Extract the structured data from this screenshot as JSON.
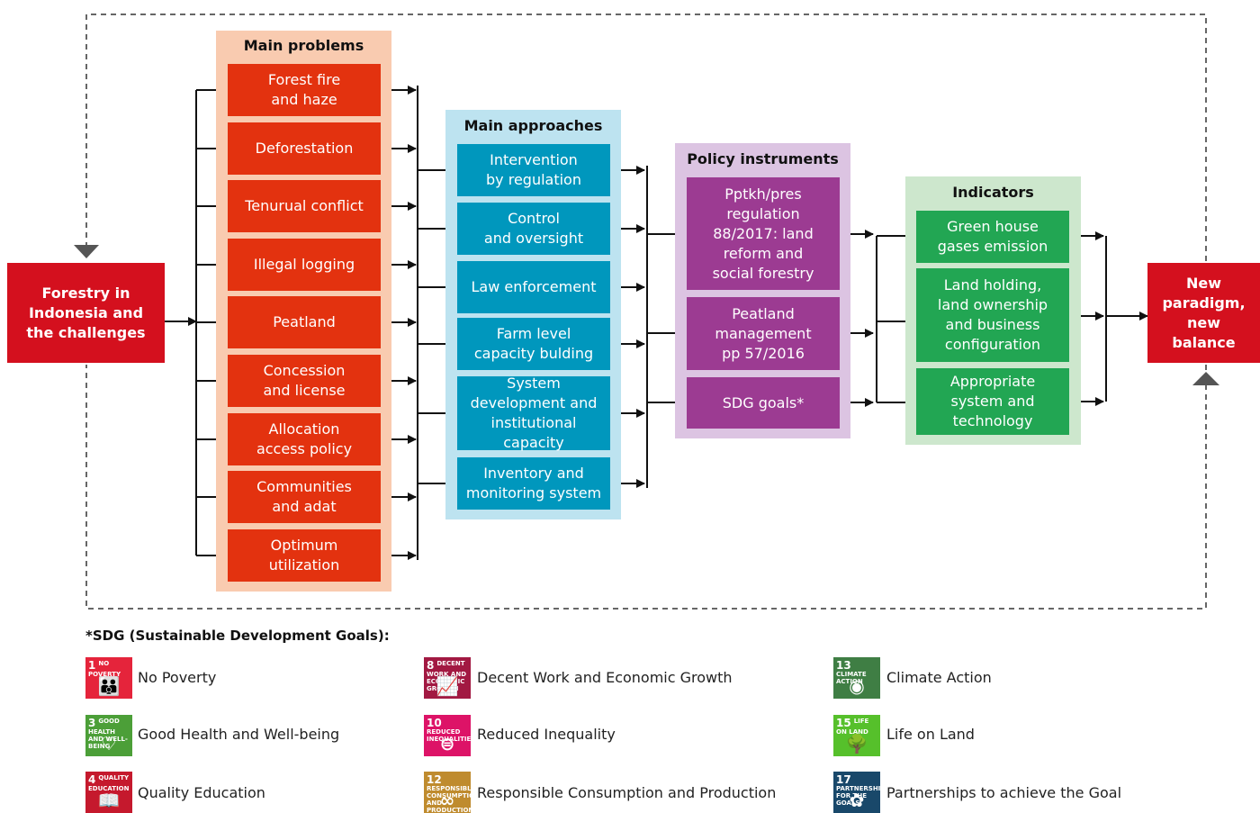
{
  "start_box": "Forestry in\nIndonesia and\nthe challenges",
  "end_box": "New\nparadigm,\nnew\nbalance",
  "columns": {
    "problems": {
      "title": "Main problems",
      "items": [
        "Forest fire\nand haze",
        "Deforestation",
        "Tenurual conflict",
        "Illegal logging",
        "Peatland",
        "Concession\nand license",
        "Allocation\naccess policy",
        "Communities\nand adat",
        "Optimum\nutilization"
      ]
    },
    "approaches": {
      "title": "Main approaches",
      "items": [
        "Intervention\nby regulation",
        "Control\nand oversight",
        "Law enforcement",
        "Farm level\ncapacity bulding",
        "System\ndevelopment and\ninstitutional capacity",
        "Inventory and\nmonitoring system"
      ]
    },
    "policy": {
      "title": "Policy instruments",
      "items": [
        "Pptkh/pres\nregulation\n88/2017: land\nreform and\nsocial forestry",
        "Peatland\nmanagement\npp 57/2016",
        "SDG goals*"
      ]
    },
    "indicators": {
      "title": "Indicators",
      "items": [
        "Green house\ngases emission",
        "Land holding,\nland ownership\nand business\nconfiguration",
        "Appropriate\nsystem and\ntechnology"
      ]
    }
  },
  "legend": {
    "title": "*SDG (Sustainable Development Goals):",
    "items": [
      {
        "num": "1",
        "short": "NO POVERTY",
        "label": "No Poverty",
        "color": "#e5243b",
        "icon": "family-icon"
      },
      {
        "num": "8",
        "short": "DECENT WORK AND ECONOMIC GROWTH",
        "label": "Decent Work and Economic Growth",
        "color": "#a21942",
        "icon": "growth-chart-icon"
      },
      {
        "num": "13",
        "short": "CLIMATE ACTION",
        "label": "Climate Action",
        "color": "#3f7e44",
        "icon": "eye-globe-icon"
      },
      {
        "num": "3",
        "short": "GOOD HEALTH AND WELL-BEING",
        "label": "Good Health and Well-being",
        "color": "#4c9f38",
        "icon": "heartbeat-icon"
      },
      {
        "num": "10",
        "short": "REDUCED INEQUALITIES",
        "label": "Reduced Inequality",
        "color": "#dd1367",
        "icon": "equality-icon"
      },
      {
        "num": "15",
        "short": "LIFE ON LAND",
        "label": "Life on Land",
        "color": "#56c02b",
        "icon": "tree-bird-icon"
      },
      {
        "num": "4",
        "short": "QUALITY EDUCATION",
        "label": "Quality Education",
        "color": "#c5192d",
        "icon": "book-icon"
      },
      {
        "num": "12",
        "short": "RESPONSIBLE CONSUMPTION AND PRODUCTION",
        "label": "Responsible Consumption and Production",
        "color": "#bf8b2e",
        "icon": "infinity-icon"
      },
      {
        "num": "17",
        "short": "PARTNERSHIPS FOR THE GOALS",
        "label": "Partnerships to achieve the Goal",
        "color": "#19486a",
        "icon": "flower-rings-icon"
      }
    ]
  },
  "colors": {
    "problems_panel": "#f9cbb0",
    "problems_box": "#e3320f",
    "approaches_panel": "#bde3f0",
    "approaches_box": "#0097bd",
    "policy_panel": "#dcc4e2",
    "policy_box": "#9c3b92",
    "indicators_panel": "#cde7cd",
    "indicators_box": "#22a653",
    "endpoints": "#d4101e"
  }
}
